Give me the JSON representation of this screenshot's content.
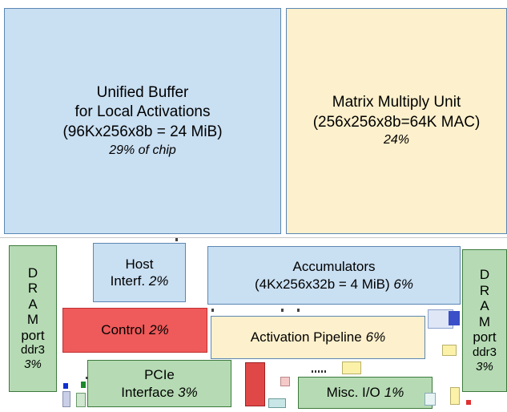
{
  "unified_buffer": {
    "line1": "Unified Buffer",
    "line2": "for Local Activations",
    "line3": "(96Kx256x8b = 24 MiB)",
    "pct": "29% of chip"
  },
  "matrix_unit": {
    "line1": "Matrix Multiply Unit",
    "line2": "(256x256x8b=64K MAC)",
    "pct": "24%"
  },
  "dram_left": {
    "letters": [
      "D",
      "R",
      "A",
      "M"
    ],
    "port": "port",
    "type": "ddr3",
    "pct": "3%"
  },
  "dram_right": {
    "letters": [
      "D",
      "R",
      "A",
      "M"
    ],
    "port": "port",
    "type": "ddr3",
    "pct": "3%"
  },
  "host": {
    "line1": "Host",
    "line2": "Interf.",
    "pct": "2%"
  },
  "accumulators": {
    "line1": "Accumulators",
    "line2": "(4Kx256x32b = 4 MiB)",
    "pct": "6%"
  },
  "control": {
    "label": "Control",
    "pct": "2%"
  },
  "activation": {
    "label": "Activation Pipeline",
    "pct": "6%"
  },
  "pcie": {
    "line1": "PCIe",
    "line2": "Interface",
    "pct": "3%"
  },
  "misc_io": {
    "label": "Misc. I/O",
    "pct": "1%"
  },
  "colors": {
    "blue": "#c9dff2",
    "tan": "#fdf0cc",
    "red": "#ef5a5a",
    "green": "#b6dbb4",
    "border": "#5b87b4"
  }
}
